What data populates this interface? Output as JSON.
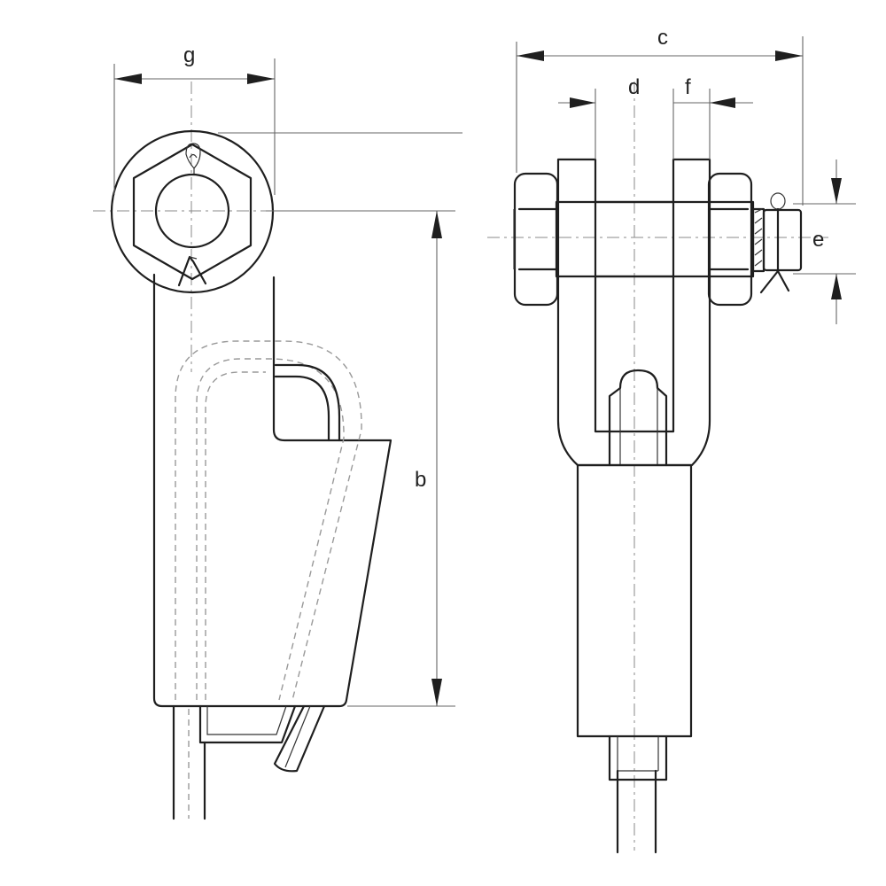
{
  "labels": {
    "g": "g",
    "b": "b",
    "c": "c",
    "d": "d",
    "f": "f",
    "e": "e"
  },
  "colors": {
    "outline": "#1f1f1f",
    "dimension": "#666666",
    "hidden": "#999999",
    "background": "#ffffff"
  }
}
